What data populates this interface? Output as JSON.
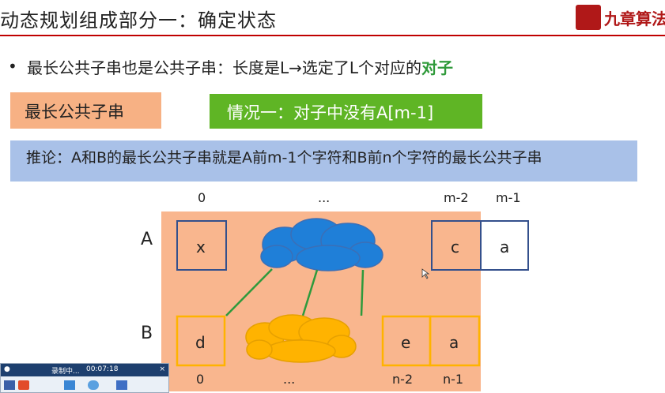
{
  "header": {
    "title": "动态规划组成部分一：确定状态",
    "logo_text": "九章算法"
  },
  "bullet": {
    "text_part1": "最长公共子串也是公共子串：长度是L→选定了L个对应的",
    "text_highlight": "对子"
  },
  "boxes": {
    "orange_label": "最长公共子串",
    "green_label": "情况一：对子中没有A[m-1]",
    "blue_label": "推论：A和B的最长公共子串就是A前m-1个字符和B前n个字符的最长公共子串"
  },
  "diagram": {
    "top_indices": [
      "0",
      "...",
      "m-2",
      "m-1"
    ],
    "bottom_indices": [
      "0",
      "...",
      "n-2",
      "n-1"
    ],
    "row_a_label": "A",
    "row_b_label": "B",
    "cells_a": [
      "x",
      "c",
      "a"
    ],
    "cells_b": [
      "d",
      "e",
      "a"
    ]
  },
  "recorder": {
    "status": "录制中...",
    "time": "00:07:18",
    "close_label": "×"
  },
  "colors": {
    "title_rule": "#c00000",
    "orange_box": "#f7b184",
    "green_box": "#5fb525",
    "blue_box": "#a9c1e8",
    "highlight_text": "#2f9a3a",
    "cloud_blue": "#1f7fd8",
    "cloud_orange": "#ffb300",
    "diagram_bg": "#f9b68e"
  }
}
